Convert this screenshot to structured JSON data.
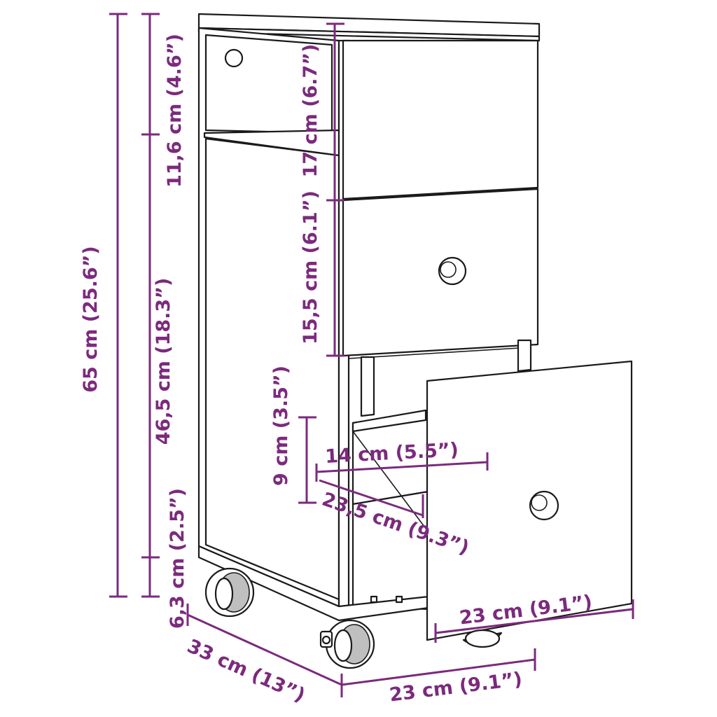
{
  "colors": {
    "dimension": "#7b2a7d",
    "outline": "#1a1a1a",
    "background": "#ffffff"
  },
  "dimensions": {
    "total_height": "65 cm (25.6”)",
    "body_height": "46,5 cm (18.3”)",
    "top_shelf_height": "11,6 cm (4.6”)",
    "wheel_height": "6,3 cm (2.5”)",
    "top_drawer_height": "17 cm (6.7”)",
    "middle_drawer_height": "15,5 cm (6.1”)",
    "inner_drawer_height": "9 cm (3.5”)",
    "inner_drawer_width": "14 cm (5.5”)",
    "inner_drawer_depth": "23,5 cm (9.3”)",
    "drawer_front_width": "23 cm (9.1”)",
    "depth": "33 cm (13”)",
    "width": "23 cm (9.1”)"
  }
}
